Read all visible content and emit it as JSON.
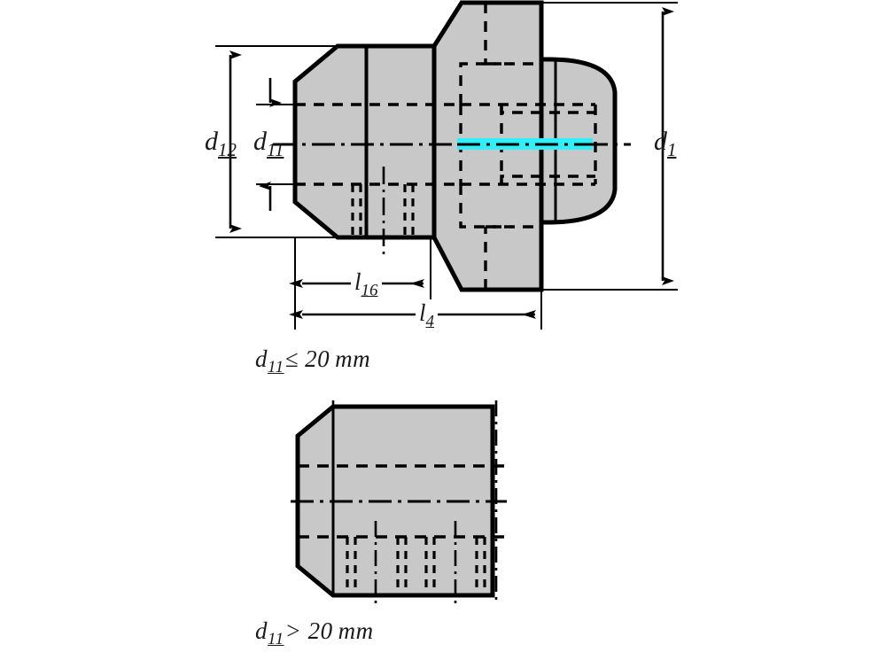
{
  "drawing": {
    "title": "Collet chuck nut sectional drawing",
    "background_color": "#ffffff",
    "body_fill_color": "#c8c8c8",
    "line_color": "#000000",
    "highlight_color": "#2ff0f8"
  },
  "upper_view": {
    "name": "d11-le-20mm-view",
    "dimensions": {
      "d12": {
        "symbol": "d",
        "subscript": "12",
        "position": "left-outer"
      },
      "d11": {
        "symbol": "d",
        "subscript": "11",
        "position": "left-inner"
      },
      "d1": {
        "symbol": "d",
        "subscript": "1",
        "position": "right-outer"
      },
      "l16": {
        "symbol": "l",
        "subscript": "16",
        "position": "bottom-inner"
      },
      "l4": {
        "symbol": "l",
        "subscript": "4",
        "position": "bottom-outer"
      }
    },
    "caption": {
      "symbol": "d",
      "subscript": "11",
      "operator": "≤",
      "value": "20",
      "unit": "mm",
      "full_text": "d11≤ 20 mm"
    }
  },
  "lower_view": {
    "name": "d11-gt-20mm-view",
    "caption": {
      "symbol": "d",
      "subscript": "11",
      "operator": ">",
      "value": "20",
      "unit": "mm",
      "full_text": "d11> 20 mm"
    }
  },
  "labels": {
    "d12": {
      "base": "d",
      "sub": "12"
    },
    "d11": {
      "base": "d",
      "sub": "11"
    },
    "d1": {
      "base": "d",
      "sub": "1"
    },
    "l16": {
      "base": "l",
      "sub": "16"
    },
    "l4": {
      "base": "l",
      "sub": "4"
    }
  }
}
